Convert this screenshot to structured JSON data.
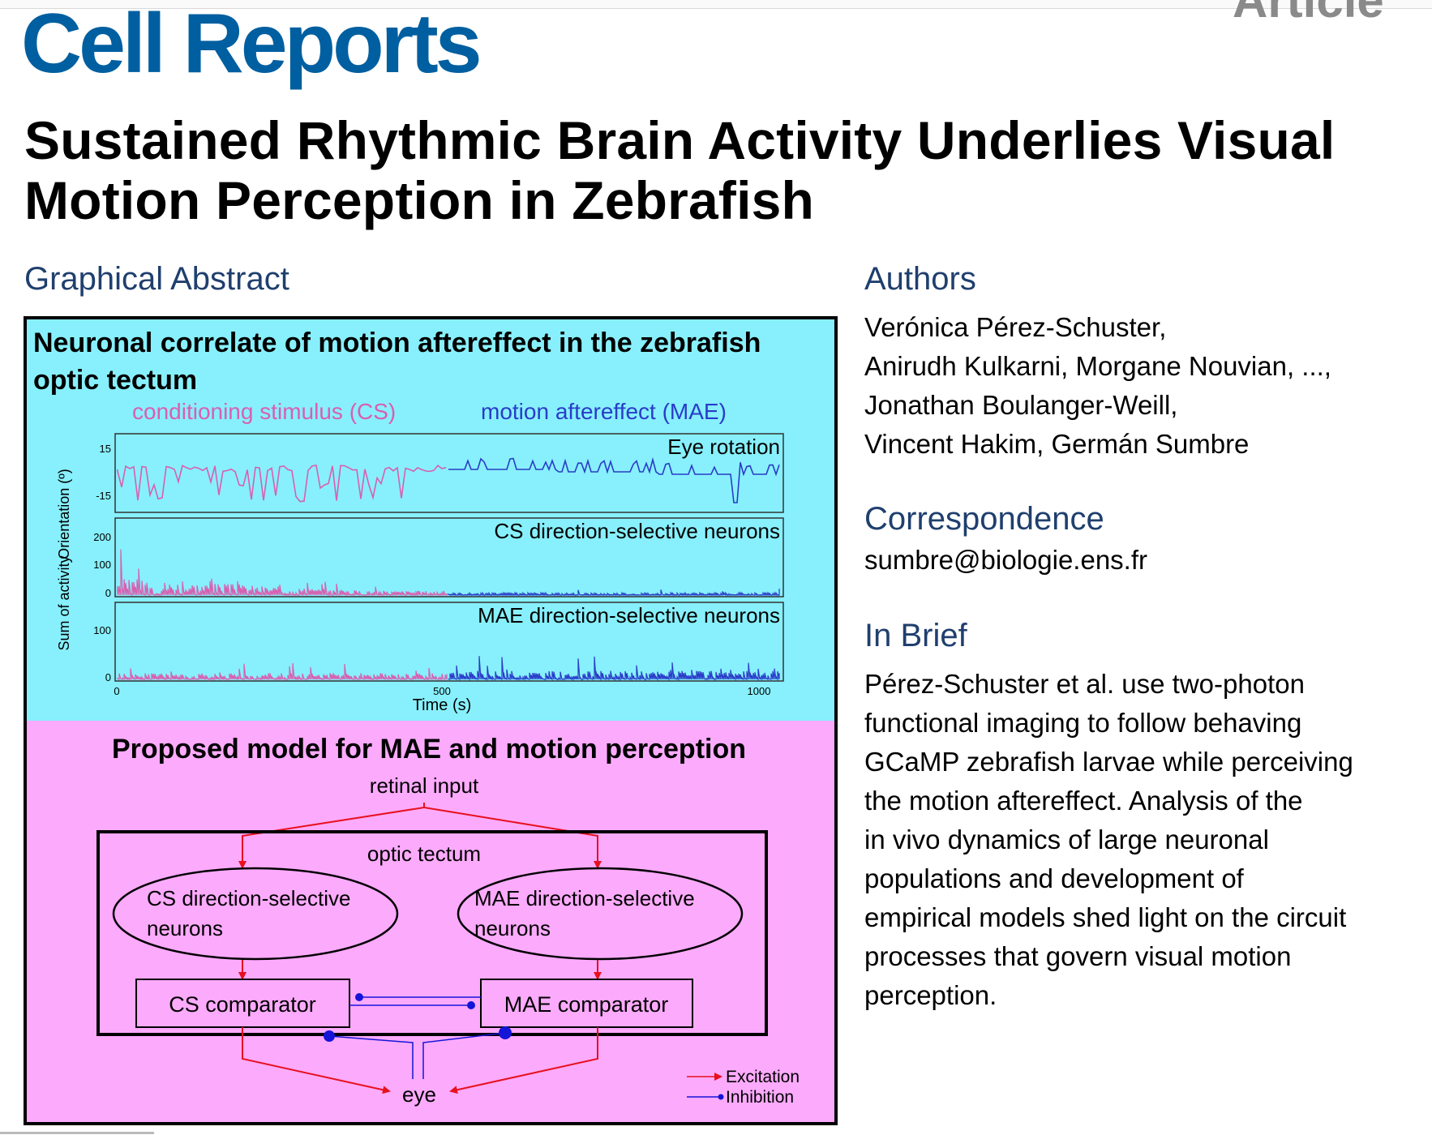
{
  "journal": "Cell Reports",
  "article_label": "Article",
  "title_lines": [
    "Sustained Rhythmic Brain Activity Underlies Visual",
    "Motion Perception in Zebrafish"
  ],
  "sections": {
    "graphical_abstract": "Graphical Abstract",
    "authors": "Authors",
    "correspondence": "Correspondence",
    "in_brief": "In Brief"
  },
  "authors": [
    "Verónica Pérez-Schuster,",
    "Anirudh Kulkarni, Morgane Nouvian, ...,",
    "Jonathan Boulanger-Weill,",
    "Vincent Hakim, Germán Sumbre"
  ],
  "email": "sumbre@biologie.ens.fr",
  "in_brief_lines": [
    "Pérez-Schuster et al. use two-photon",
    "functional imaging to follow behaving",
    "GCaMP zebrafish larvae while perceiving",
    "the motion aftereffect. Analysis of the",
    "in vivo dynamics of large neuronal",
    "populations and development of",
    "empirical models shed light on the circuit",
    "processes that govern visual motion",
    "perception."
  ],
  "graphical_abstract": {
    "heading_lines": [
      "Neuronal correlate of motion aftereffect in the zebrafish",
      "optic tectum"
    ],
    "cs_label": "conditioning stimulus (CS)",
    "mae_label": "motion aftereffect (MAE)",
    "colors": {
      "cs": "#d95fb0",
      "mae": "#2a3cc8",
      "top_bg": "#87f0fc",
      "bottom_bg": "#fcaafc",
      "excitation": "#e8101e",
      "inhibition": "#1515d8"
    },
    "y_axis_1": "Orientation (º)",
    "y_axis_2": "Sum of activity",
    "x_axis": "Time (s)",
    "panels": {
      "eye": {
        "title": "Eye rotation",
        "ticks": [
          "15",
          "-15"
        ]
      },
      "cs": {
        "title": "CS direction-selective neurons",
        "ticks": [
          "200",
          "100",
          "0"
        ]
      },
      "mae": {
        "title": "MAE direction-selective neurons",
        "ticks": [
          "100",
          "0"
        ]
      }
    },
    "x_ticks": [
      "0",
      "500",
      "1000"
    ],
    "model_title": "Proposed model for MAE and motion perception",
    "retinal_input": "retinal input",
    "optic_tectum": "optic tectum",
    "cs_neurons_lines": [
      "CS direction-selective",
      "neurons"
    ],
    "mae_neurons_lines": [
      "MAE direction-selective",
      "neurons"
    ],
    "cs_comparator": "CS comparator",
    "mae_comparator": "MAE comparator",
    "eye": "eye",
    "legend": {
      "excitation": "Excitation",
      "inhibition": "Inhibition"
    }
  }
}
